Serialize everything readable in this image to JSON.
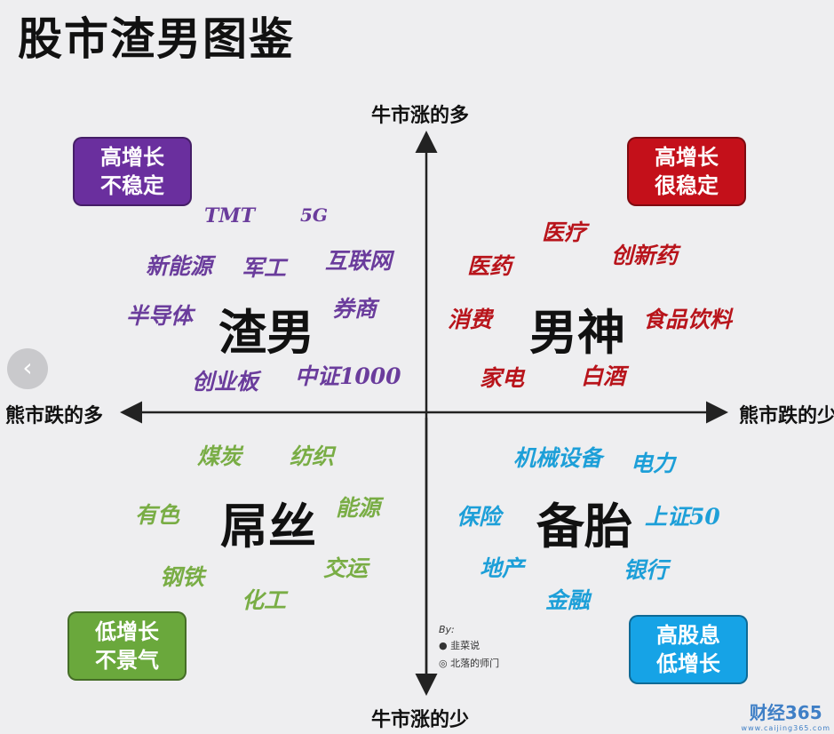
{
  "title": "股市渣男图鉴",
  "axes": {
    "top": "牛市涨的多",
    "bottom": "牛市涨的少",
    "left": "熊市跌的多",
    "right": "熊市跌的少"
  },
  "colors": {
    "purple": "#6a3c9c",
    "red": "#b8141b",
    "green": "#79ad45",
    "blue": "#1d9fd8"
  },
  "quadrants": {
    "top_left": {
      "badge": [
        "高增长",
        "不稳定"
      ],
      "name": "渣男",
      "items": [
        "TMT",
        "5G",
        "新能源",
        "军工",
        "互联网",
        "半导体",
        "券商",
        "创业板",
        "中证1000"
      ]
    },
    "top_right": {
      "badge": [
        "高增长",
        "很稳定"
      ],
      "name": "男神",
      "items": [
        "医疗",
        "创新药",
        "医药",
        "消费",
        "食品饮料",
        "家电",
        "白酒"
      ]
    },
    "bottom_left": {
      "badge": [
        "低增长",
        "不景气"
      ],
      "name": "屌丝",
      "items": [
        "煤炭",
        "纺织",
        "有色",
        "能源",
        "交运",
        "钢铁",
        "化工"
      ]
    },
    "bottom_right": {
      "badge": [
        "高股息",
        "低增长"
      ],
      "name": "备胎",
      "items": [
        "机械设备",
        "电力",
        "保险",
        "上证50",
        "地产",
        "银行",
        "金融"
      ]
    }
  },
  "credits": {
    "by": "By:",
    "wechat": "韭菜说",
    "weibo": "北落的师门"
  },
  "nav": {
    "prev_icon": "chevron-left-icon",
    "prev": "‹"
  },
  "watermark": {
    "logo": "财经365",
    "url": "www.caijing365.com"
  }
}
